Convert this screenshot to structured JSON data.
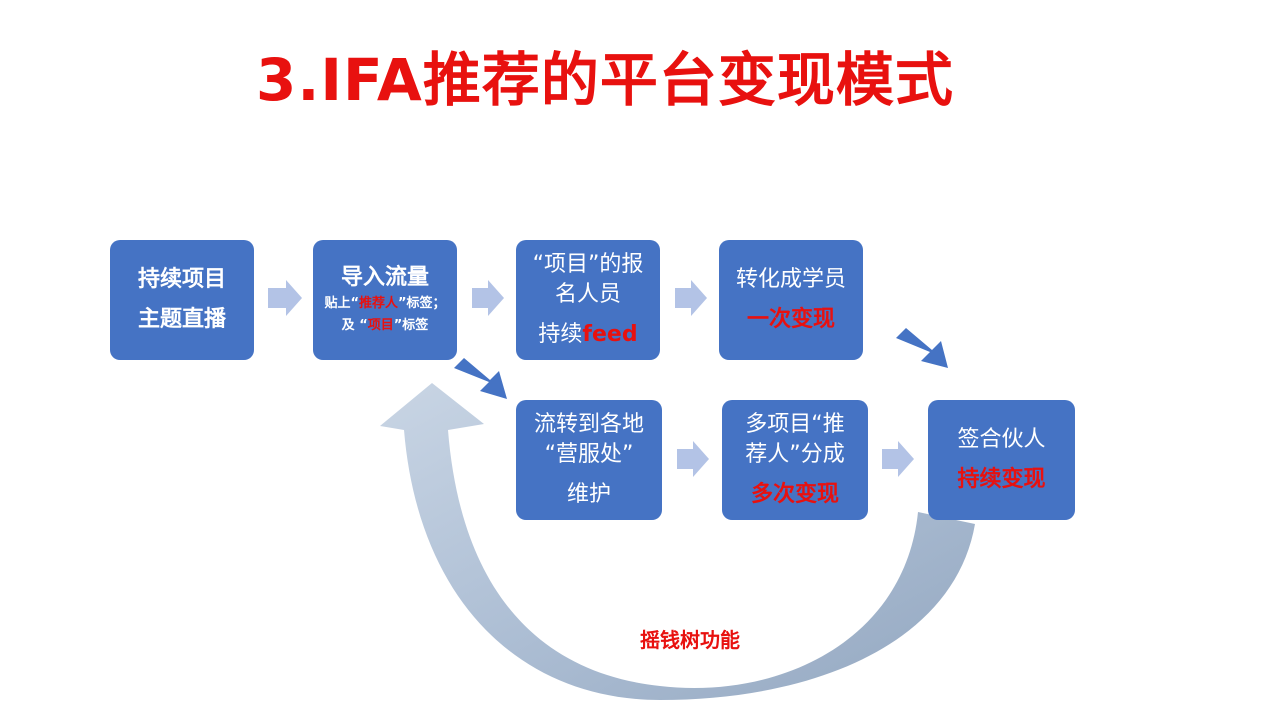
{
  "title": "3.IFA推荐的平台变现模式",
  "boxes": {
    "b1": {
      "l1": "持续项目",
      "l2": "主题直播"
    },
    "b2": {
      "l1": "导入流量",
      "l2a": "贴上“",
      "l2b": "推荐人",
      "l2c": "”标签；",
      "l3a": "及 “",
      "l3b": "项目",
      "l3c": "”标签"
    },
    "b3": {
      "l1": "“项目”的报",
      "l2": "名人员",
      "l3a": "持续",
      "l3b": "feed"
    },
    "b4": {
      "l1": "转化成学员",
      "l2": "一次变现"
    },
    "b5": {
      "l1": "流转到各地",
      "l2": "“营服处”",
      "l3": "维护"
    },
    "b6": {
      "l1": "多项目“推",
      "l2": "荐人”分成",
      "l3": "多次变现"
    },
    "b7": {
      "l1": "签合伙人",
      "l2": "持续变现"
    }
  },
  "loop_label": "摇钱树功能",
  "colors": {
    "box": "#4573c4",
    "title": "#e8110f",
    "highlight": "#e8110f",
    "arrow_light": "#b3c3e6",
    "arrow_dark": "#4573c4",
    "loop_arrow": "#a9bbd2"
  }
}
